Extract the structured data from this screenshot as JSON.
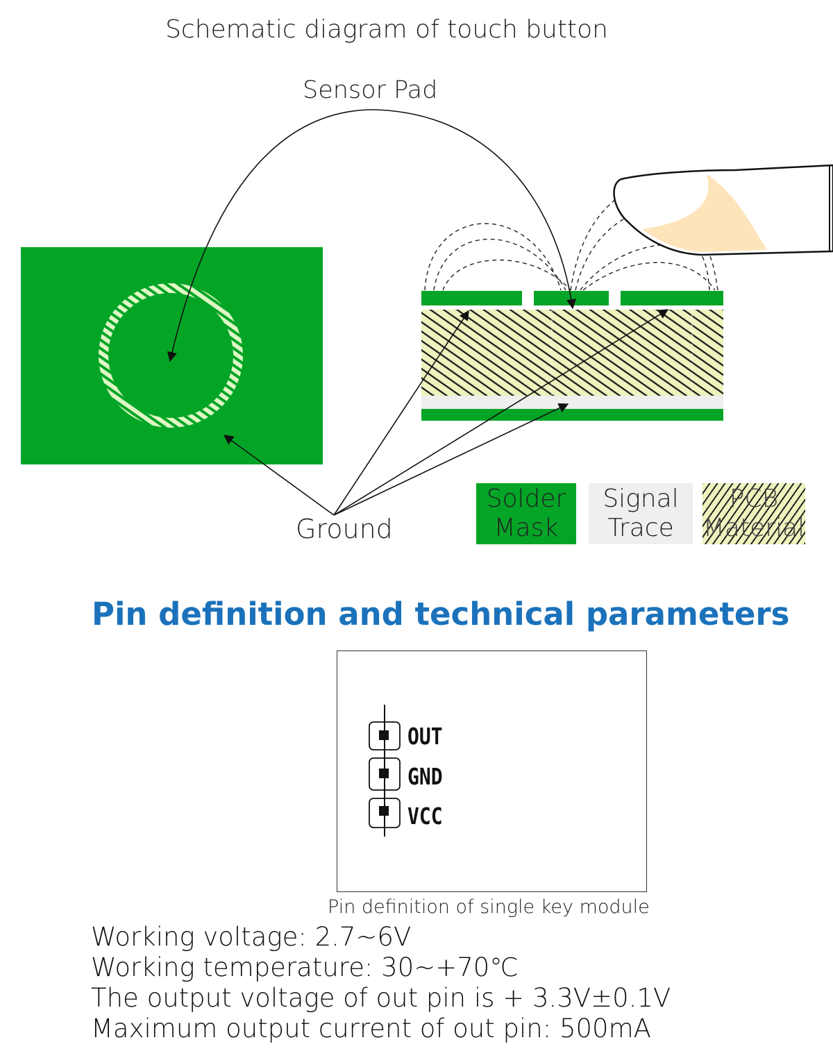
{
  "diagram": {
    "title": "Schematic diagram of touch button",
    "sensor_pad_label": "Sensor Pad",
    "ground_label": "Ground",
    "legend": {
      "solder_mask": [
        "Solder",
        "Mask"
      ],
      "signal_trace": [
        "Signal",
        "Trace"
      ],
      "pcb_material": [
        "PCB",
        "Material"
      ]
    },
    "colors": {
      "solder_mask": "#04a527",
      "signal_trace": "#efefee",
      "pcb_material": "#eef2bd",
      "finger_skin": "#ffffff",
      "fingernail": "#fde4bb"
    }
  },
  "pins_section": {
    "heading": "Pin definition and technical parameters",
    "pins": [
      "OUT",
      "GND",
      "VCC"
    ],
    "caption": "Pin definition of single key module",
    "heading_color": "#1b72bb"
  },
  "specs": [
    "Working voltage: 2.7~6V",
    "Working temperature: 30~+70℃",
    "The output voltage of out pin is + 3.3V±0.1V",
    "Maximum output current of out pin: 500mA"
  ]
}
